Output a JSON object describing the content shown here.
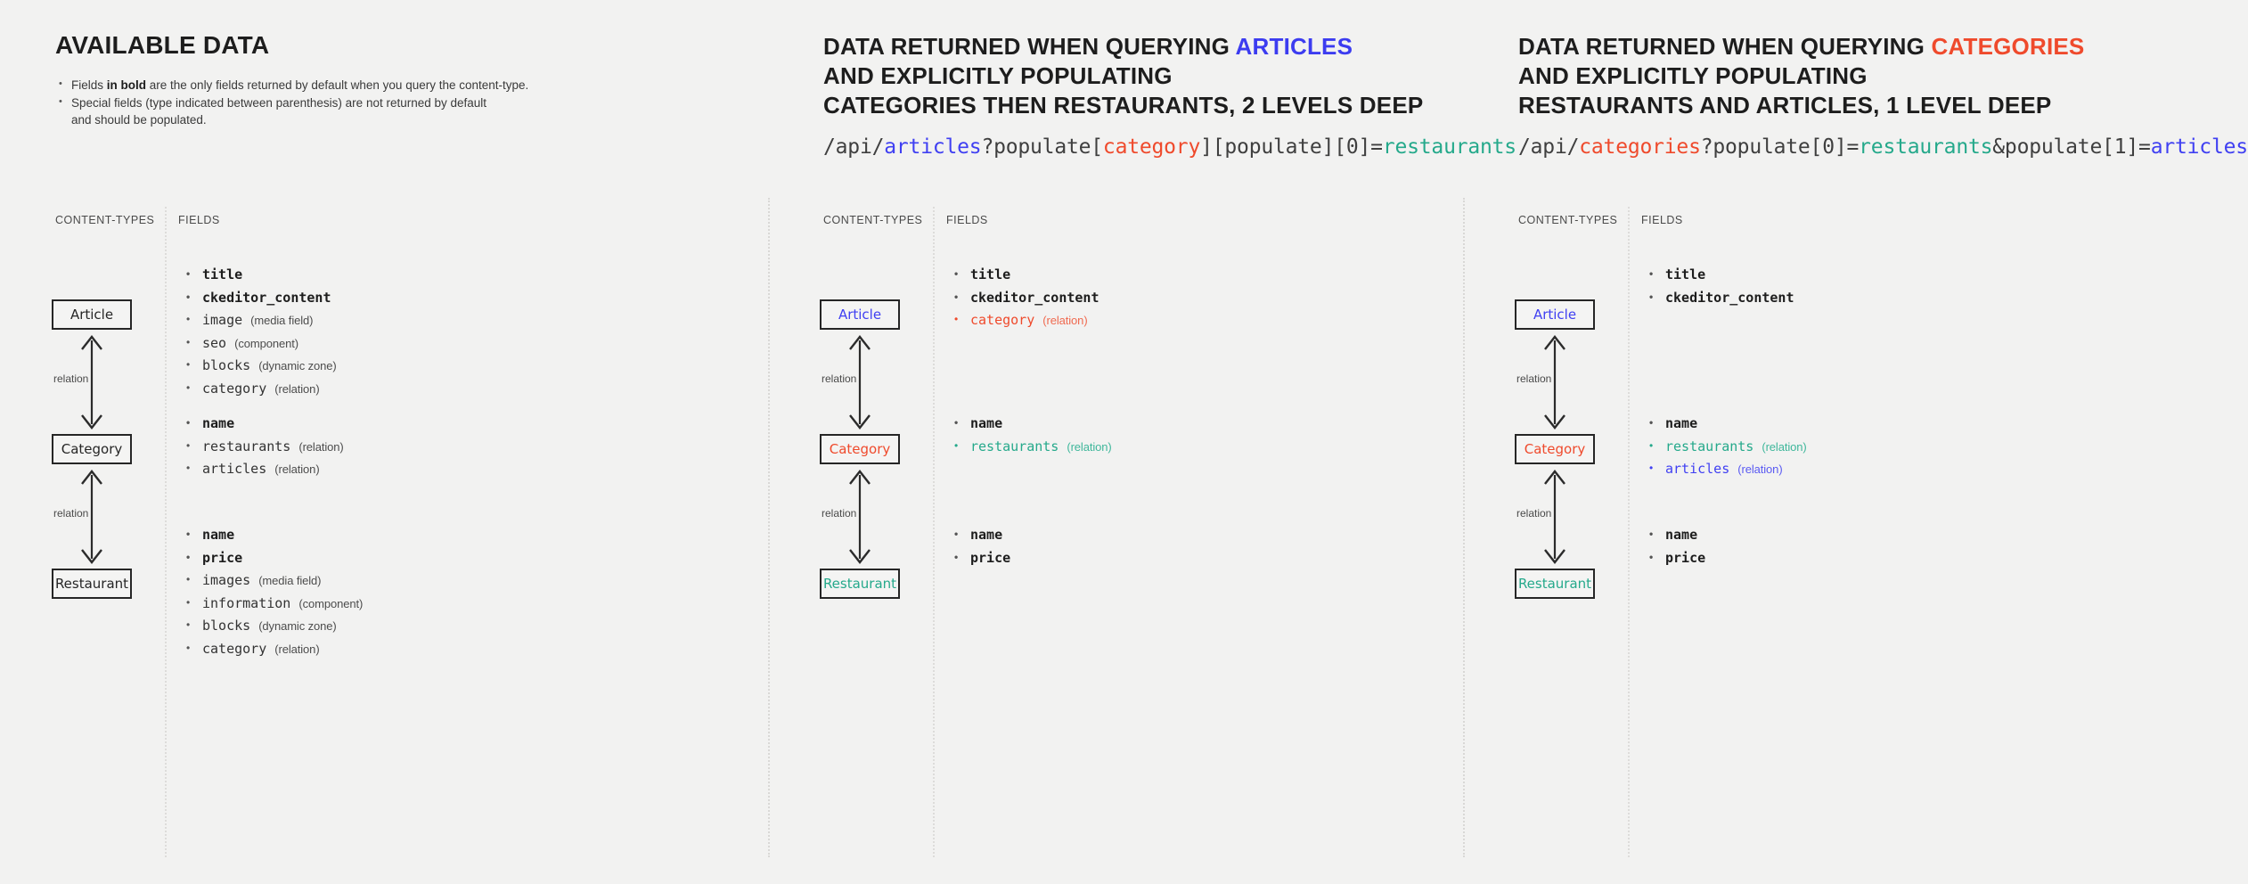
{
  "colors": {
    "blue": "#4040f2",
    "red": "#ef4a2c",
    "green": "#25a98b",
    "ink": "#262626",
    "background": "#f2f2f1"
  },
  "columns": {
    "content_types_caption": "CONTENT-TYPES",
    "fields_caption": "FIELDS"
  },
  "edges": {
    "relation_label": "relation"
  },
  "panel1": {
    "title": "AVAILABLE DATA",
    "notes": [
      "Fields in bold are the only fields returned by default when you query the content-type.",
      "Special fields (type indicated between parenthesis) are not returned by default and should be populated."
    ],
    "note1_pre": "Fields ",
    "note1_bold": "in bold",
    "note1_post": " are the only fields returned by default when you query the content-type.",
    "note2_line1": "Special fields (type indicated between parenthesis) are not returned by default",
    "note2_line2": "and should be populated.",
    "nodes": {
      "article": "Article",
      "category": "Category",
      "restaurant": "Restaurant"
    },
    "article_fields": [
      {
        "name": "title",
        "type": "",
        "style": "bold"
      },
      {
        "name": "ckeditor_content",
        "type": "",
        "style": "bold"
      },
      {
        "name": "image",
        "type": "(media field)",
        "style": "plain"
      },
      {
        "name": "seo",
        "type": "(component)",
        "style": "plain"
      },
      {
        "name": "blocks",
        "type": "(dynamic zone)",
        "style": "plain"
      },
      {
        "name": "category",
        "type": "(relation)",
        "style": "plain"
      }
    ],
    "category_fields": [
      {
        "name": "name",
        "type": "",
        "style": "bold"
      },
      {
        "name": "restaurants",
        "type": "(relation)",
        "style": "plain"
      },
      {
        "name": "articles",
        "type": "(relation)",
        "style": "plain"
      }
    ],
    "restaurant_fields": [
      {
        "name": "name",
        "type": "",
        "style": "bold"
      },
      {
        "name": "price",
        "type": "",
        "style": "bold"
      },
      {
        "name": "images",
        "type": "(media field)",
        "style": "plain"
      },
      {
        "name": "information",
        "type": "(component)",
        "style": "plain"
      },
      {
        "name": "blocks",
        "type": "(dynamic zone)",
        "style": "plain"
      },
      {
        "name": "category",
        "type": "(relation)",
        "style": "plain"
      }
    ]
  },
  "panel2": {
    "title_line1_pre": "DATA RETURNED WHEN QUERYING ",
    "title_line1_accent": "ARTICLES",
    "title_line2": "AND EXPLICITLY POPULATING",
    "title_line3": "CATEGORIES THEN RESTAURANTS, 2 LEVELS DEEP",
    "url_parts": [
      {
        "text": "/api/",
        "color": "plain"
      },
      {
        "text": "articles",
        "color": "blue"
      },
      {
        "text": "?populate[",
        "color": "plain"
      },
      {
        "text": "category",
        "color": "red"
      },
      {
        "text": "][populate][0]=",
        "color": "plain"
      },
      {
        "text": "restaurants",
        "color": "green"
      }
    ],
    "url_plain": "/api/articles?populate[category][populate][0]=restaurants",
    "nodes": {
      "article": "Article",
      "category": "Category",
      "restaurant": "Restaurant"
    },
    "article_fields": [
      {
        "name": "title",
        "type": "",
        "style": "bold"
      },
      {
        "name": "ckeditor_content",
        "type": "",
        "style": "bold"
      },
      {
        "name": "category",
        "type": "(relation)",
        "style": "red"
      }
    ],
    "category_fields": [
      {
        "name": "name",
        "type": "",
        "style": "bold"
      },
      {
        "name": "restaurants",
        "type": "(relation)",
        "style": "green"
      }
    ],
    "restaurant_fields": [
      {
        "name": "name",
        "type": "",
        "style": "bold"
      },
      {
        "name": "price",
        "type": "",
        "style": "bold"
      }
    ]
  },
  "panel3": {
    "title_line1_pre": "DATA RETURNED WHEN QUERYING ",
    "title_line1_accent": "CATEGORIES",
    "title_line2": "AND EXPLICITLY POPULATING",
    "title_line3": "RESTAURANTS AND ARTICLES, 1 LEVEL DEEP",
    "url_parts": [
      {
        "text": "/api/",
        "color": "plain"
      },
      {
        "text": "categories",
        "color": "red"
      },
      {
        "text": "?populate[0]=",
        "color": "plain"
      },
      {
        "text": "restaurants",
        "color": "green"
      },
      {
        "text": "&populate[1]=",
        "color": "plain"
      },
      {
        "text": "articles",
        "color": "blue"
      }
    ],
    "url_plain": "/api/categories?populate[0]=restaurants&populate[1]=articles",
    "nodes": {
      "article": "Article",
      "category": "Category",
      "restaurant": "Restaurant"
    },
    "article_fields": [
      {
        "name": "title",
        "type": "",
        "style": "bold"
      },
      {
        "name": "ckeditor_content",
        "type": "",
        "style": "bold"
      }
    ],
    "category_fields": [
      {
        "name": "name",
        "type": "",
        "style": "bold"
      },
      {
        "name": "restaurants",
        "type": "(relation)",
        "style": "green"
      },
      {
        "name": "articles",
        "type": "(relation)",
        "style": "blue"
      }
    ],
    "restaurant_fields": [
      {
        "name": "name",
        "type": "",
        "style": "bold"
      },
      {
        "name": "price",
        "type": "",
        "style": "bold"
      }
    ]
  }
}
